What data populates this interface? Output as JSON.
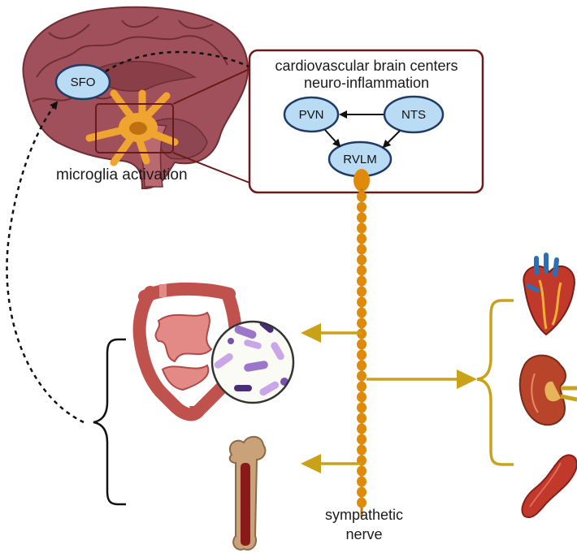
{
  "labels": {
    "cardio_line1": "cardiovascular brain centers",
    "cardio_line2": "neuro-inflammation",
    "microglia": "microglia activation",
    "nerve_line1": "sympathetic",
    "nerve_line2": "nerve"
  },
  "nodes": {
    "sfo": "SFO",
    "pvn": "PVN",
    "nts": "NTS",
    "rvlm": "RVLM"
  },
  "colors": {
    "nerve": "#e08a0c",
    "arrow_gold": "#c9a21a",
    "node_fill": "#b9dcf4",
    "node_stroke": "#1f3b66",
    "box_stroke": "#6b1a1a",
    "brain": "#a8585a",
    "organ_red": "#c03a3a"
  },
  "icons": [
    "brain-icon",
    "microglia-icon",
    "intestine-icon",
    "bacteria-icon",
    "bone-icon",
    "heart-icon",
    "kidney-icon",
    "blood-vessel-icon"
  ]
}
